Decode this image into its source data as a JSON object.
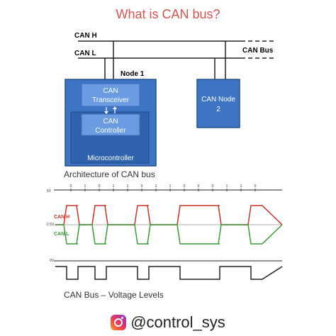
{
  "title": "What is CAN bus?",
  "colors": {
    "title": "#d9534f",
    "block_fill": "#3d75c4",
    "block_stroke": "#244f8a",
    "inner_fill": "#6b9be0",
    "can_h": "#c83228",
    "can_l": "#3a9a3a",
    "line": "#222222"
  },
  "architecture": {
    "can_h_label": "CAN H",
    "can_l_label": "CAN L",
    "can_bus_label": "CAN Bus",
    "node1_label": "Node 1",
    "transceiver_line1": "CAN",
    "transceiver_line2": "Transceiver",
    "controller_line1": "CAN",
    "controller_line2": "Controller",
    "microcontroller_label": "Microcontroller",
    "node2_line1": "CAN Node",
    "node2_line2": "2",
    "caption": "Architecture of CAN bus"
  },
  "signals": {
    "label_5v": "5V",
    "label_25v": "2.5V",
    "label_0v": "0V",
    "can_h_label": "CAN H",
    "can_l_label": "CAN L",
    "bits": [
      0,
      1,
      0,
      1,
      1,
      0,
      1,
      1,
      0,
      0,
      0,
      1,
      1,
      0
    ],
    "caption": "CAN Bus – Voltage Levels"
  },
  "footer": {
    "icon": "instagram-icon",
    "handle": "@control_sys"
  }
}
